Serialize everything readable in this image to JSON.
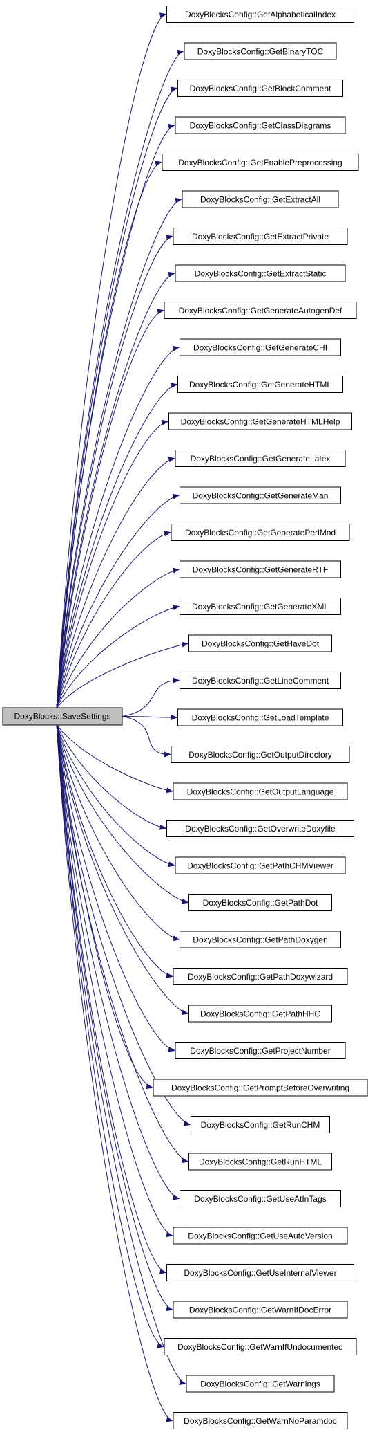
{
  "colors": {
    "edge": "#191970",
    "source_fill": "#bfbfbf",
    "node_fill": "#ffffff",
    "node_border": "#000000"
  },
  "source": {
    "label": "DoxyBlocks::SaveSettings"
  },
  "targets": [
    {
      "label": "DoxyBlocksConfig::GetAlphabeticalIndex"
    },
    {
      "label": "DoxyBlocksConfig::GetBinaryTOC"
    },
    {
      "label": "DoxyBlocksConfig::GetBlockComment"
    },
    {
      "label": "DoxyBlocksConfig::GetClassDiagrams"
    },
    {
      "label": "DoxyBlocksConfig::GetEnablePreprocessing"
    },
    {
      "label": "DoxyBlocksConfig::GetExtractAll"
    },
    {
      "label": "DoxyBlocksConfig::GetExtractPrivate"
    },
    {
      "label": "DoxyBlocksConfig::GetExtractStatic"
    },
    {
      "label": "DoxyBlocksConfig::GetGenerateAutogenDef"
    },
    {
      "label": "DoxyBlocksConfig::GetGenerateCHI"
    },
    {
      "label": "DoxyBlocksConfig::GetGenerateHTML"
    },
    {
      "label": "DoxyBlocksConfig::GetGenerateHTMLHelp"
    },
    {
      "label": "DoxyBlocksConfig::GetGenerateLatex"
    },
    {
      "label": "DoxyBlocksConfig::GetGenerateMan"
    },
    {
      "label": "DoxyBlocksConfig::GetGeneratePerlMod"
    },
    {
      "label": "DoxyBlocksConfig::GetGenerateRTF"
    },
    {
      "label": "DoxyBlocksConfig::GetGenerateXML"
    },
    {
      "label": "DoxyBlocksConfig::GetHaveDot"
    },
    {
      "label": "DoxyBlocksConfig::GetLineComment"
    },
    {
      "label": "DoxyBlocksConfig::GetLoadTemplate"
    },
    {
      "label": "DoxyBlocksConfig::GetOutputDirectory"
    },
    {
      "label": "DoxyBlocksConfig::GetOutputLanguage"
    },
    {
      "label": "DoxyBlocksConfig::GetOverwriteDoxyfile"
    },
    {
      "label": "DoxyBlocksConfig::GetPathCHMViewer"
    },
    {
      "label": "DoxyBlocksConfig::GetPathDot"
    },
    {
      "label": "DoxyBlocksConfig::GetPathDoxygen"
    },
    {
      "label": "DoxyBlocksConfig::GetPathDoxywizard"
    },
    {
      "label": "DoxyBlocksConfig::GetPathHHC"
    },
    {
      "label": "DoxyBlocksConfig::GetProjectNumber"
    },
    {
      "label": "DoxyBlocksConfig::GetPromptBeforeOverwriting"
    },
    {
      "label": "DoxyBlocksConfig::GetRunCHM"
    },
    {
      "label": "DoxyBlocksConfig::GetRunHTML"
    },
    {
      "label": "DoxyBlocksConfig::GetUseAtInTags"
    },
    {
      "label": "DoxyBlocksConfig::GetUseAutoVersion"
    },
    {
      "label": "DoxyBlocksConfig::GetUseInternalViewer"
    },
    {
      "label": "DoxyBlocksConfig::GetWarnIfDocError"
    },
    {
      "label": "DoxyBlocksConfig::GetWarnIfUndocumented"
    },
    {
      "label": "DoxyBlocksConfig::GetWarnings"
    },
    {
      "label": "DoxyBlocksConfig::GetWarnNoParamdoc"
    }
  ]
}
